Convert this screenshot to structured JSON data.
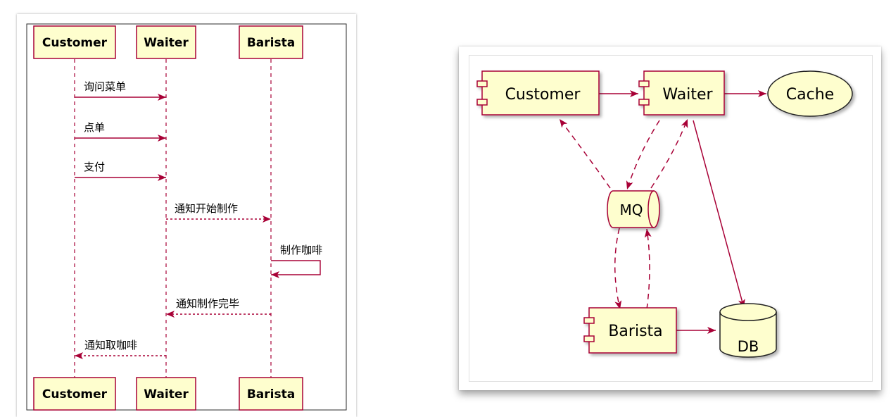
{
  "sequence_diagram": {
    "participants": [
      "Customer",
      "Waiter",
      "Barista"
    ],
    "messages": [
      {
        "from": "Customer",
        "to": "Waiter",
        "label": "询问菜单",
        "style": "solid"
      },
      {
        "from": "Customer",
        "to": "Waiter",
        "label": "点单",
        "style": "solid"
      },
      {
        "from": "Customer",
        "to": "Waiter",
        "label": "支付",
        "style": "solid"
      },
      {
        "from": "Waiter",
        "to": "Barista",
        "label": "通知开始制作",
        "style": "dashed"
      },
      {
        "from": "Barista",
        "to": "Barista",
        "label": "制作咖啡",
        "style": "solid"
      },
      {
        "from": "Barista",
        "to": "Waiter",
        "label": "通知制作完毕",
        "style": "dashed"
      },
      {
        "from": "Waiter",
        "to": "Customer",
        "label": "通知取咖啡",
        "style": "dashed"
      }
    ]
  },
  "component_diagram": {
    "nodes": {
      "customer": "Customer",
      "waiter": "Waiter",
      "cache": "Cache",
      "mq": "MQ",
      "barista": "Barista",
      "db": "DB"
    },
    "edges": [
      {
        "from": "Customer",
        "to": "Waiter",
        "style": "solid"
      },
      {
        "from": "Waiter",
        "to": "Cache",
        "style": "solid"
      },
      {
        "from": "MQ",
        "to": "Customer",
        "style": "dashed"
      },
      {
        "from": "Waiter",
        "to": "MQ",
        "style": "dashed"
      },
      {
        "from": "MQ",
        "to": "Waiter",
        "style": "dashed"
      },
      {
        "from": "MQ",
        "to": "Barista",
        "style": "dashed"
      },
      {
        "from": "Barista",
        "to": "MQ",
        "style": "dashed"
      },
      {
        "from": "Waiter",
        "to": "DB",
        "style": "solid"
      },
      {
        "from": "Barista",
        "to": "DB",
        "style": "solid"
      }
    ]
  },
  "colors": {
    "fill": "#FEFECE",
    "line": "#A80036",
    "border": "#A80036",
    "text": "#000000"
  }
}
